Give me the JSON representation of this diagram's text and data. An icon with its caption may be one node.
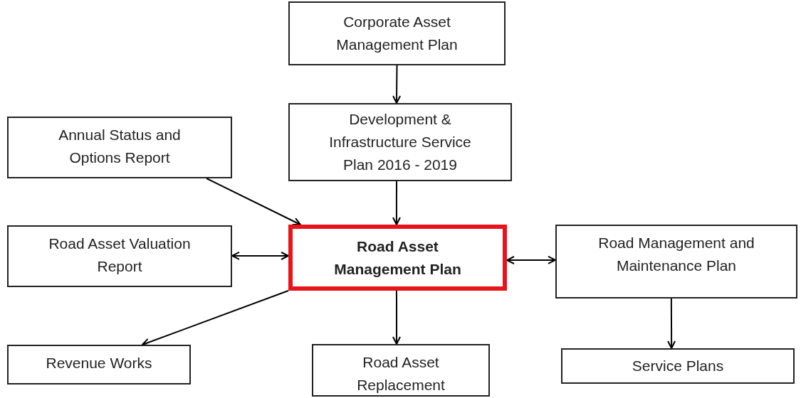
{
  "diagram": {
    "nodes": [
      {
        "text": [
          "Corporate Asset Management Plan"
        ]
      },
      {
        "text": [
          "Development & Infrastructure Service Plan 2016 - 2019"
        ]
      },
      {
        "text": [
          "Annual Status and Options Report"
        ]
      },
      {
        "text": [
          "Road Asset Valuation Report"
        ]
      },
      {
        "text": [
          "Road Asset Management Plan"
        ]
      },
      {
        "text": [
          "Road Management and Maintenance Plan"
        ]
      },
      {
        "text": [
          "Revenue Works"
        ]
      },
      {
        "text": [
          "Road Asset Replacement"
        ]
      },
      {
        "text": [
          "Service Plans"
        ]
      }
    ],
    "edges": [
      {
        "from": 0,
        "to": 1,
        "arrow": "to"
      },
      {
        "from": 1,
        "to": 4,
        "arrow": "to"
      },
      {
        "from": 2,
        "to": 4,
        "arrow": "to"
      },
      {
        "from": 3,
        "to": 4,
        "arrow": "both"
      },
      {
        "from": 4,
        "to": 5,
        "arrow": "both"
      },
      {
        "from": 4,
        "to": 6,
        "arrow": "to"
      },
      {
        "from": 4,
        "to": 7,
        "arrow": "to"
      },
      {
        "from": 5,
        "to": 8,
        "arrow": "to"
      }
    ]
  }
}
